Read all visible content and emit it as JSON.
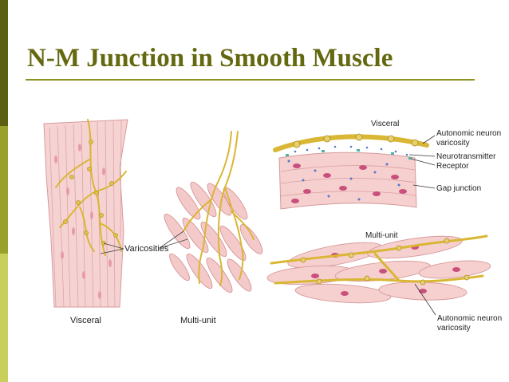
{
  "slide": {
    "title": "N-M Junction in Smooth Muscle",
    "colors": {
      "accent": "#64680f",
      "muscle": "#f2c4c4",
      "nucleus": "#c94f7c",
      "nerve": "#d9b634",
      "receptor": "#4fb3a3",
      "transmitter": "#5a78c8"
    }
  },
  "left_figure": {
    "varicosities_label": "Varicosities",
    "visceral_caption": "Visceral",
    "multiunit_caption": "Multi-unit"
  },
  "right_figure": {
    "visceral_title": "Visceral",
    "callout_varicosity": [
      "Autonomic neuron",
      "varicosity"
    ],
    "callout_neurotransmitter": "Neurotransmitter",
    "callout_receptor": "Receptor",
    "callout_gap_junction": "Gap junction",
    "multiunit_title": "Multi-unit",
    "callout_bottom": [
      "Autonomic neuron",
      "varicosity"
    ]
  }
}
